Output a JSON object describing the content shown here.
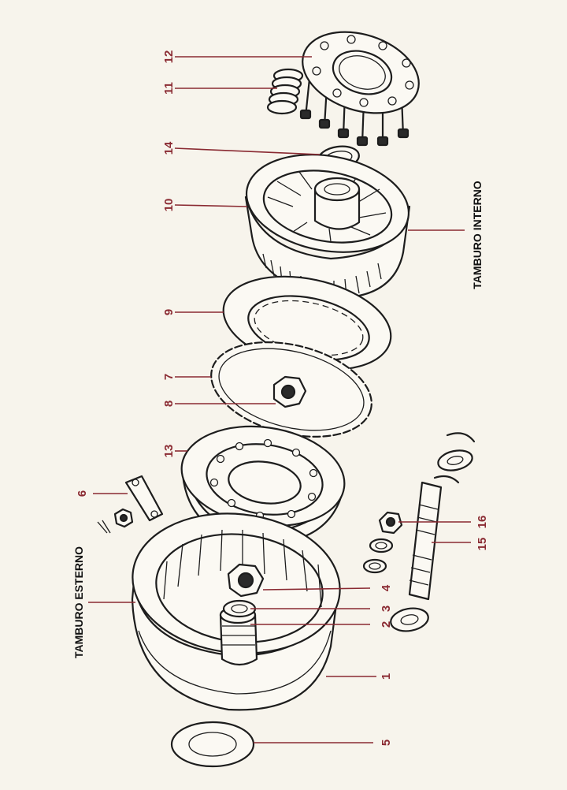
{
  "drawing": {
    "title_outer": "TAMBURO ESTERNO",
    "title_inner": "TAMBURO INTERNO",
    "callouts": [
      {
        "id": "p1",
        "text": "1"
      },
      {
        "id": "p2",
        "text": "2"
      },
      {
        "id": "p3",
        "text": "3"
      },
      {
        "id": "p4",
        "text": "4"
      },
      {
        "id": "p5",
        "text": "5"
      },
      {
        "id": "p6",
        "text": "6"
      },
      {
        "id": "p7",
        "text": "7"
      },
      {
        "id": "p8",
        "text": "8"
      },
      {
        "id": "p9",
        "text": "9"
      },
      {
        "id": "p10",
        "text": "10"
      },
      {
        "id": "p11",
        "text": "11"
      },
      {
        "id": "p12",
        "text": "12"
      },
      {
        "id": "p13",
        "text": "13"
      },
      {
        "id": "p14",
        "text": "14"
      },
      {
        "id": "p15",
        "text": "15"
      },
      {
        "id": "p16",
        "text": "16"
      }
    ]
  },
  "colors": {
    "ink": "#1d1d1d",
    "callout": "#8a2a32",
    "paper": "#f7f4ec"
  }
}
